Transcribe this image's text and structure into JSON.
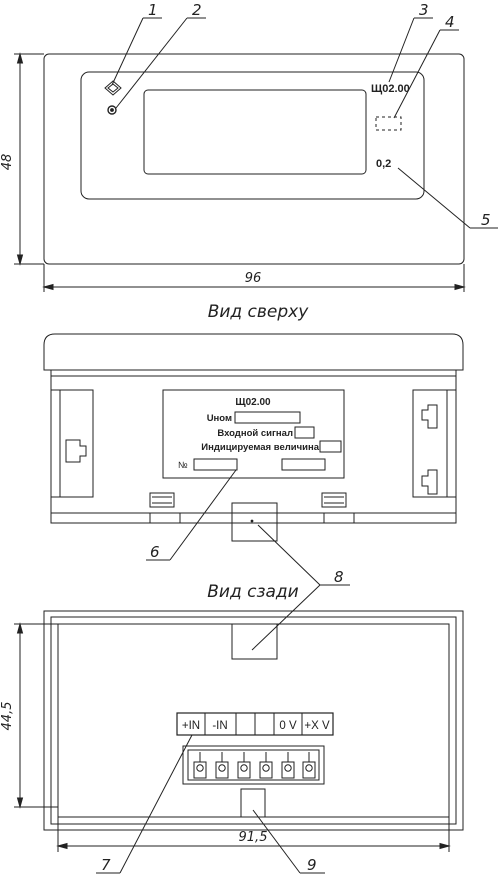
{
  "callouts": [
    "1",
    "2",
    "3",
    "4",
    "5",
    "6",
    "7",
    "8",
    "9"
  ],
  "front": {
    "model": "Щ02.00",
    "accuracy_class": "0,2",
    "dim_height": "48",
    "dim_width": "96"
  },
  "top_view_title": "Вид сверху",
  "nameplate": {
    "model": "Щ02.00",
    "unom_label": "Uном",
    "input_label": "Входной сигнал",
    "indicated_label": "Индицируемая величина",
    "number_label": "№"
  },
  "rear_view_title": "Вид сзади",
  "rear": {
    "dim_height": "44,5",
    "dim_width": "91,5",
    "terminals": [
      "+IN",
      "-IN",
      "",
      "",
      "0 V",
      "+X V"
    ]
  }
}
